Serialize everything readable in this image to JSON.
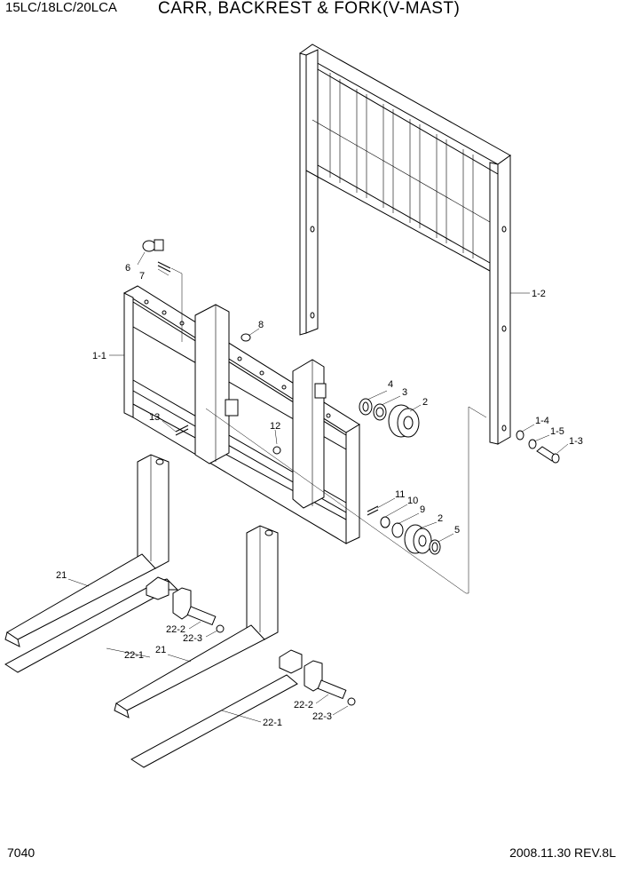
{
  "header": {
    "models": "15LC/18LC/20LCA",
    "title": "CARR, BACKREST & FORK(V-MAST)"
  },
  "footer": {
    "page_number": "7040",
    "revision": "2008.11.30  REV.8L"
  },
  "callouts": {
    "c1_1": "1-1",
    "c1_2": "1-2",
    "c1_3": "1-3",
    "c1_4": "1-4",
    "c1_5": "1-5",
    "c2a": "2",
    "c2b": "2",
    "c3": "3",
    "c4": "4",
    "c5": "5",
    "c6": "6",
    "c7": "7",
    "c8": "8",
    "c9": "9",
    "c10": "10",
    "c11": "11",
    "c12": "12",
    "c13": "13",
    "c21a": "21",
    "c21b": "21",
    "c22_1a": "22-1",
    "c22_1b": "22-1",
    "c22_2a": "22-2",
    "c22_2b": "22-2",
    "c22_3a": "22-3",
    "c22_3b": "22-3"
  }
}
